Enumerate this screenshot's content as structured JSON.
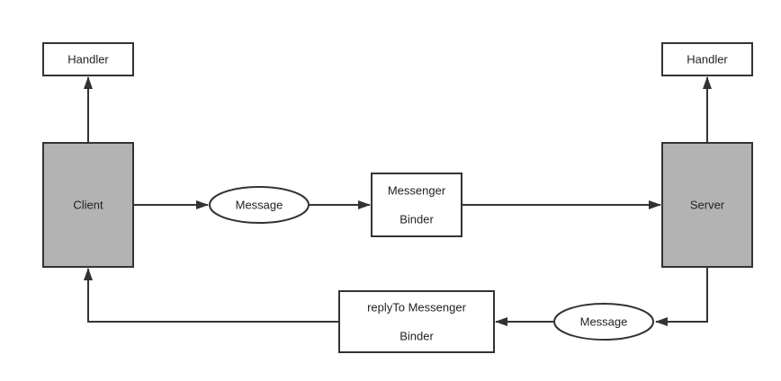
{
  "diagram": {
    "colors": {
      "stroke": "#333333",
      "box_fill": "#ffffff",
      "endpoint_fill": "#b3b3b3",
      "text": "#222222"
    },
    "nodes": {
      "handler_left": "Handler",
      "handler_right": "Handler",
      "client": "Client",
      "server": "Server",
      "message_top": "Message",
      "messenger_binder_line1": "Messenger",
      "messenger_binder_line2": "Binder",
      "reply_binder_line1": "replyTo Messenger",
      "reply_binder_line2": "Binder",
      "message_bottom": "Message"
    },
    "edges": [
      {
        "from": "client",
        "to": "handler_left"
      },
      {
        "from": "server",
        "to": "handler_right"
      },
      {
        "from": "client",
        "to": "message_top"
      },
      {
        "from": "message_top",
        "to": "messenger_binder"
      },
      {
        "from": "messenger_binder",
        "to": "server"
      },
      {
        "from": "server",
        "to": "message_bottom"
      },
      {
        "from": "message_bottom",
        "to": "reply_binder"
      },
      {
        "from": "reply_binder",
        "to": "client"
      }
    ]
  }
}
